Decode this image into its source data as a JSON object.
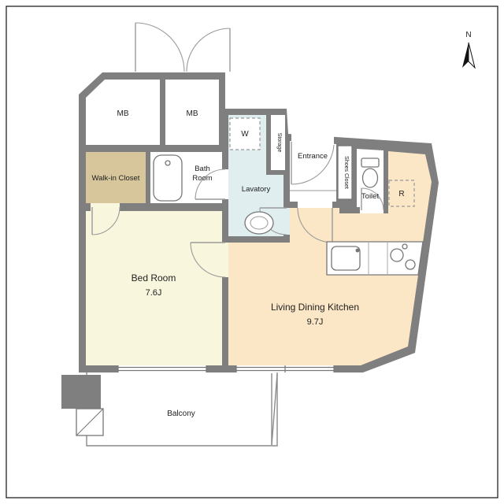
{
  "compass": {
    "label": "N"
  },
  "rooms": {
    "mb1": {
      "label": "MB"
    },
    "mb2": {
      "label": "MB"
    },
    "walk_in_closet": {
      "label": "Walk-in Closet"
    },
    "bath": {
      "line1": "Bath",
      "line2": "Room"
    },
    "lavatory": {
      "label": "Lavatory"
    },
    "washer_space": {
      "label": "W"
    },
    "storage": {
      "label": "Storage"
    },
    "entrance": {
      "label": "Entrance"
    },
    "shoes_closet": {
      "label": "Shoes Closet"
    },
    "toilet": {
      "label": "Toilet"
    },
    "refrigerator_space": {
      "label": "R"
    },
    "bedroom": {
      "label": "Bed Room",
      "size": "7.6J"
    },
    "ldk": {
      "label": "Living Dining Kitchen",
      "size": "9.7J"
    },
    "balcony": {
      "label": "Balcony"
    }
  },
  "colors": {
    "wall": "#7f7f7f",
    "bedroom": "#F8F6DD",
    "ldk": "#FBE6C6",
    "walk_in_closet": "#D7C59C",
    "lavatory": "#E0EEEF",
    "white_room": "#FFFFFF"
  }
}
